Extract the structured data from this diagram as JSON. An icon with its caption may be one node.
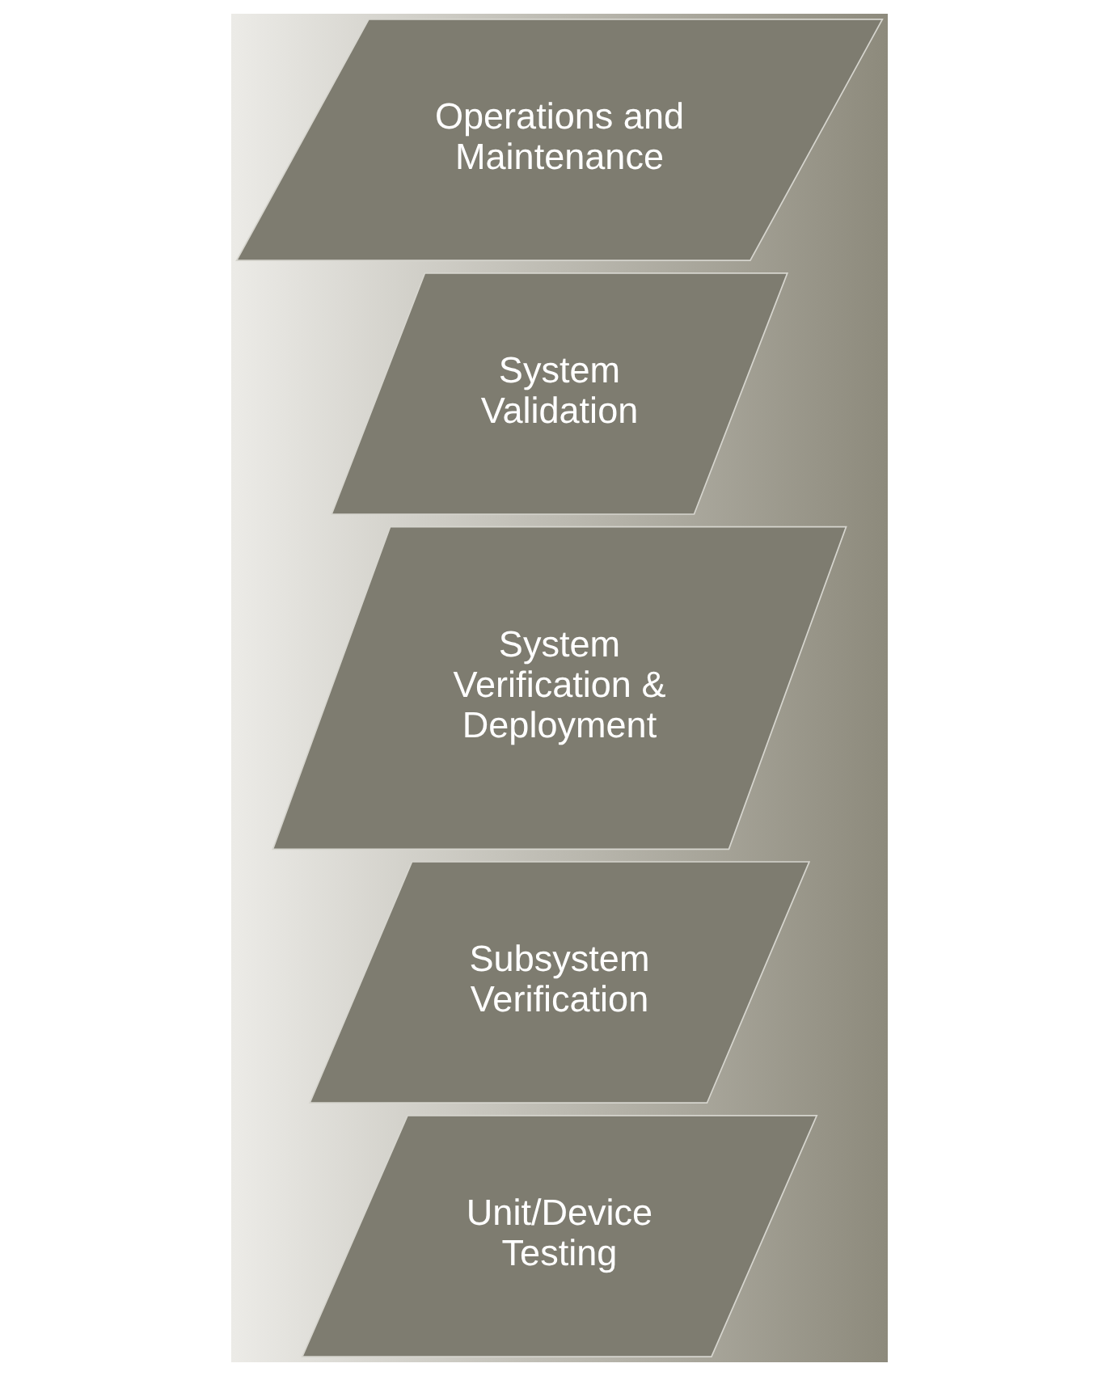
{
  "diagram": {
    "nodes": [
      {
        "text": [
          "Operations and Maintenance"
        ]
      },
      {
        "text": [
          "System Validation"
        ]
      },
      {
        "text": [
          "System Verification & Deployment"
        ]
      },
      {
        "text": [
          "Subsystem Verification"
        ]
      },
      {
        "text": [
          "Unit/Device Testing"
        ]
      }
    ]
  }
}
